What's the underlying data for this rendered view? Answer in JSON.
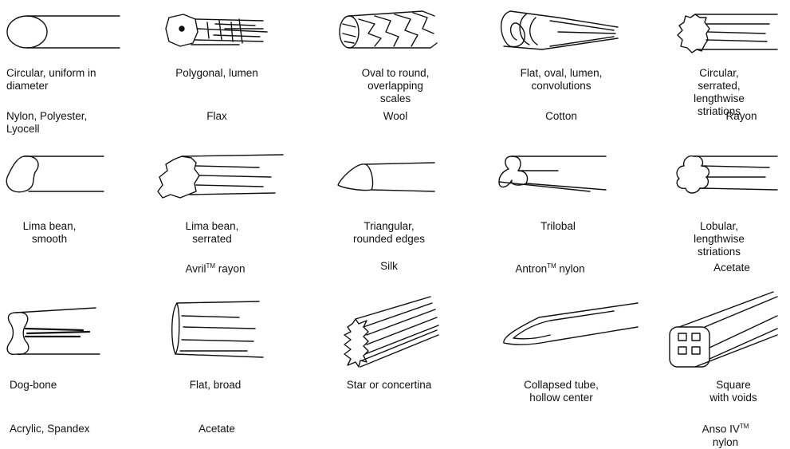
{
  "cells": [
    {
      "shape": "Circular, uniform in\n    diameter",
      "fiber": "Nylon, Polyester,\nLyocell"
    },
    {
      "shape": "Polygonal, lumen",
      "fiber": "Flax"
    },
    {
      "shape": "Oval to round,\noverlapping\nscales",
      "fiber": "Wool"
    },
    {
      "shape": "Flat, oval, lumen,\nconvolutions",
      "fiber": "Cotton"
    },
    {
      "shape": "Circular, serrated,\nlengthwise striations",
      "fiber": "Rayon"
    },
    {
      "shape": "Lima bean,\nsmooth",
      "fiber": ""
    },
    {
      "shape": "Lima bean,\nserrated",
      "fiber_base": "Avril",
      "fiber_sup": "TM",
      "fiber_rest": " rayon"
    },
    {
      "shape": "Triangular,\n    rounded edges",
      "fiber": "Silk"
    },
    {
      "shape": "Trilobal",
      "fiber_base": "Antron",
      "fiber_sup": "TM",
      "fiber_rest": " nylon"
    },
    {
      "shape": "Lobular, lengthwise\nstriations",
      "fiber": "Acetate"
    },
    {
      "shape": "Dog-bone",
      "fiber": "Acrylic, Spandex"
    },
    {
      "shape": "Flat, broad",
      "fiber": "Acetate"
    },
    {
      "shape": "Star or concertina",
      "fiber": ""
    },
    {
      "shape": "Collapsed tube,\nhollow center",
      "fiber": ""
    },
    {
      "shape": "Square with voids",
      "fiber_base": "Anso IV",
      "fiber_sup": "TM",
      "fiber_rest": " nylon"
    }
  ]
}
